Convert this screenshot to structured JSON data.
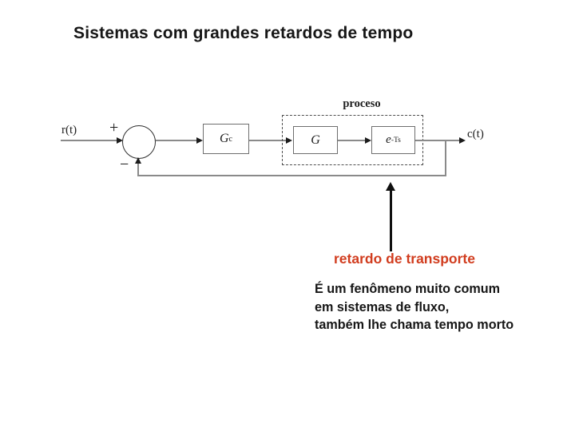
{
  "slide": {
    "title": "Sistemas com grandes retardos de tempo"
  },
  "colors": {
    "accent_red": "#d13c1e",
    "text_black": "#161616",
    "diagram_line_gray": "#8a8a8a"
  },
  "diagram": {
    "input_label": "r(t)",
    "output_label": "c(t)",
    "plus_sign": "+",
    "minus_sign": "−",
    "process_group_label": "proceso",
    "blocks": {
      "controller": {
        "base": "G",
        "sub": "c"
      },
      "plant": {
        "base": "G"
      },
      "delay": {
        "base": "e",
        "sup": "-Ts"
      }
    }
  },
  "annotation": {
    "heading": "retardo de transporte",
    "body_lines": {
      "0": "É um fenômeno muito comum",
      "1": "em sistemas de fluxo,",
      "2": "também lhe chama tempo morto"
    }
  }
}
